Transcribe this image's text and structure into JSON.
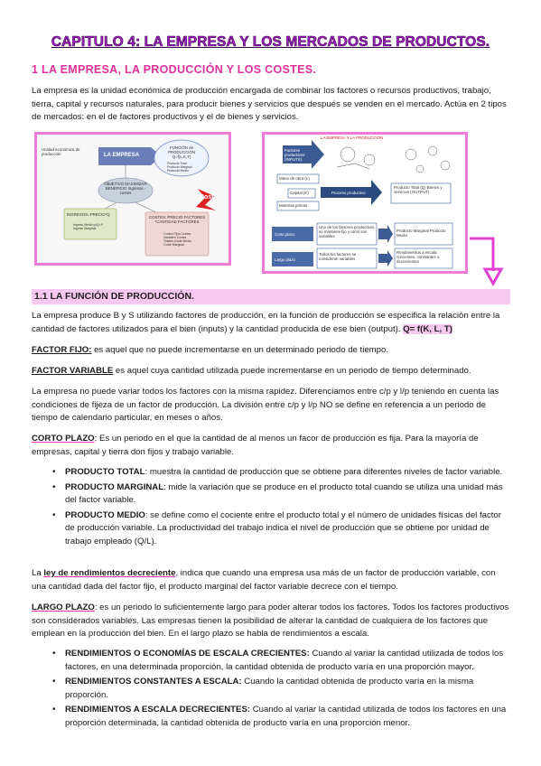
{
  "title": "CAPITULO 4: LA EMPRESA Y LOS MERCADOS DE PRODUCTOS.",
  "heading1": "1 LA EMPRESA, LA PRODUCCIÓN Y LOS COSTES.",
  "intro": "La empresa es la unidad económica de producción encargada de combinar los factores o recursos productivos, trabajo, tierra, capital y recursos naturales, para producir bienes y servicios que después se venden en el mercado. Actúa en 2 tipos de mercados: en el de factores productivos y el de bienes y servicios.",
  "fig1": {
    "unit": "Unidad económica de producción",
    "center": "LA EMPRESA",
    "func": "FUNCIÓN de PRODUCCIÓN Q=f(L,K,T)",
    "func_sub": "Producto Total  Producto Marginal  Producto Medio",
    "objective": "OBJETIVO MAXIMIZAR BENEFICIO Ingresos - costes",
    "income": "INGRESOS=PRECIO*Q",
    "income_sub": "Ingreso Medio=p/Q=P  Ingreso Marginal",
    "costs": "COSTES: PRECIO FACTORES *CANTIDAD FACTORES",
    "costs_sub": "Costes Fijos  Costes Variables  Costes Totales  Coste Medio  Coste Marginal",
    "cost_tag": "Cost"
  },
  "fig2": {
    "top": "LA EMPRESA Y LA PRODUCCIÓN",
    "inputs": "Factores productivos (INPUTS)",
    "mano": "Mano de obra (L)",
    "capital": "Capital (K)",
    "materias": "Materias primas",
    "proceso": "Proceso productivo",
    "output": "Producto Total (Q) Bienes y servicios (OUTPUT)",
    "corto": "Corto plazo",
    "corto_desc": "Uno de los factores productivos se mantiene fijo y otros son variables",
    "corto_out": "Producto Marginal Producto Medio",
    "largo": "Largo plazo",
    "largo_desc": "Todos los factores se consideran variables",
    "largo_out": "Rendimientos a escala: crecientes, constantes o decrecientes"
  },
  "sec11": "1.1 LA FUNCIÓN DE PRODUCCIÓN.",
  "p1a": "La empresa produce B y S utilizando factores de producción, en la función de producción se especifica la relación entre la cantidad de factores utilizados para el bien (inputs) y la cantidad producida de ese bien (output).",
  "p1b": "Q= f(K, L, T)",
  "ff_term": "FACTOR FIJO:",
  "ff_text": " es aquel que no puede incrementarse en un determinado periodo de tiempo.",
  "fv_term": "FACTOR VARIABLE",
  "fv_text": " es aquel cuya cantidad utilizada puede incrementarse en un periodo de tiempo determinado.",
  "p2": "La empresa no puede variar todos los factores con la misma rapidez. Diferenciamos entre c/p y l/p teniendo en cuenta las condiciones de fijeza de un factor de producción. La división entre c/p y l/p NO se define en referencia a un periodo de tiempo de calendario particular, en meses o años.",
  "cp_term": "CORTO PLAZO",
  "cp_text": ": Es un periodo en el que la cantidad de al menos un facor de producción es fija. Para la mayoría de empresas, capital y tierra don fijos y trabajo variable.",
  "cp_list": [
    {
      "term": "PRODUCTO TOTAL",
      "text": ": muestra la cantidad de producción que se obtiene para diferentes niveles de factor variable."
    },
    {
      "term": "PRODUCTO MARGINAL",
      "text": ": mide la variación que se produce en el producto total cuando se utiliza una unidad más del factor variable."
    },
    {
      "term": "PRODUCTO MEDIO",
      "text": ": se define como el cociente entre el producto total y el número de unidades físicas del factor de producción variable. La productividad del trabajo indica el nivel de producción que se obtiene por unidad de trabajo empleado (Q/L)."
    }
  ],
  "ley_a": "La ",
  "ley_term": "ley de rendimientos decreciente",
  "ley_text": ", indica que cuando una empresa usa más de un factor de producción variable, con una cantidad dada del factor fijo, el producto marginal del factor variable decrece con el tiempo.",
  "lp_term": "LARGO PLAZO",
  "lp_text": ":  es un periodo lo suficientemente largo para poder alterar todos los factores. Todos los factores productivos son considerados variables. Las empresas tienen la posibilidad de alterar la cantidad de cualquiera de los factores que emplean en la producción del bien. En el largo plazo se habla de rendimientos a escala.",
  "lp_list": [
    {
      "term": "RENDIMIENTOS O ECONOMÍAS DE ESCALA CRECIENTES:",
      "text": " Cuando al variar la cantidad utilizada de todos los factores, en una determinada proporción, la cantidad obtenida de producto varía en una proporción mayor."
    },
    {
      "term": "RENDIMIENTOS CONSTANTES A ESCALA:",
      "text": " Cuando la cantidad obtenida de producto varía en la misma proporción."
    },
    {
      "term": "RENDIMIENTOS A ESCALA DECRECIENTES:",
      "text": " Cuando al variar la cantidad utilizada de todos los factores en una proporción determinada, la cantidad obtenida de producto varía en una proporción menor."
    }
  ],
  "colors": {
    "title": "#a020c0",
    "heading": "#e0309a",
    "highlight": "#f6c8f0",
    "frame": "#f07ad8",
    "arrow": "#e040d0"
  }
}
